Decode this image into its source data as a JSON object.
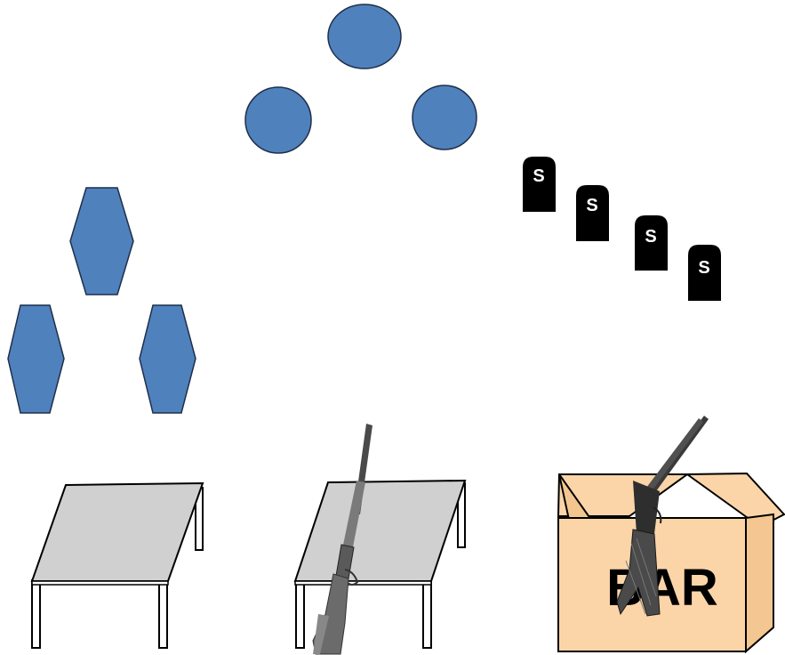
{
  "colors": {
    "target_fill": "#4f81bd",
    "target_stroke": "#1f2f4a",
    "table_top": "#d0d0d0",
    "box_fill": "#fbd5a8",
    "plate_fill": "#000000",
    "plate_text": "#ffffff",
    "rifle": "#6b6b6b",
    "shotgun": "#3a3a3a"
  },
  "targets": {
    "circles": [
      "circle-target-top",
      "circle-target-left",
      "circle-target-right"
    ],
    "hexagons": [
      "hex-target-top",
      "hex-target-left",
      "hex-target-right"
    ],
    "plates": [
      {
        "label": "S"
      },
      {
        "label": "S"
      },
      {
        "label": "S"
      },
      {
        "label": "S"
      }
    ]
  },
  "stations": {
    "left_table": {
      "icon": "table-icon"
    },
    "middle_table": {
      "icon": "table-icon",
      "prop": "rifle-icon"
    },
    "box": {
      "label": "BAR",
      "icon": "box-icon",
      "prop": "shotgun-icon"
    }
  }
}
